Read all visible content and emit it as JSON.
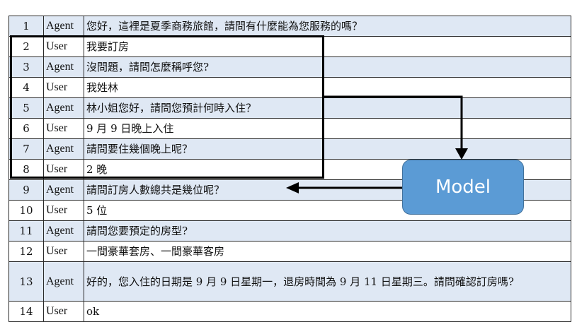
{
  "rows": [
    {
      "num": "1",
      "speaker": "Agent",
      "text": "您好，這裡是夏季商務旅館，請問有什麼能為您服務的嗎？"
    },
    {
      "num": "2",
      "speaker": "User",
      "text": "我要訂房"
    },
    {
      "num": "3",
      "speaker": "Agent",
      "text": "沒問題，請問怎麼稱呼您?"
    },
    {
      "num": "4",
      "speaker": "User",
      "text": "我姓林"
    },
    {
      "num": "5",
      "speaker": "Agent",
      "text": "林小姐您好，請問您預計何時入住？"
    },
    {
      "num": "6",
      "speaker": "User",
      "text": "9 月 9 日晚上入住"
    },
    {
      "num": "7",
      "speaker": "Agent",
      "text": "請問要住幾個晚上呢？"
    },
    {
      "num": "8",
      "speaker": "User",
      "text": "2 晚"
    },
    {
      "num": "9",
      "speaker": "Agent",
      "text": "請問訂房人數總共是幾位呢？"
    },
    {
      "num": "10",
      "speaker": "User",
      "text": "5 位"
    },
    {
      "num": "11",
      "speaker": "Agent",
      "text": "請問您要預定的房型?"
    },
    {
      "num": "12",
      "speaker": "User",
      "text": "一間豪華套房、一間豪華客房"
    },
    {
      "num": "13",
      "speaker": "Agent",
      "text": "好的，您入住的日期是 9 月 9 日星期一，退房時間為 9 月 11 日星期三。請問確認訂房嗎?"
    },
    {
      "num": "14",
      "speaker": "User",
      "text": "ok"
    }
  ],
  "model": {
    "label": "Model"
  },
  "colors": {
    "shade": "#dfe8f4",
    "model_fill": "#5b9bd5",
    "model_border": "#41719c"
  }
}
